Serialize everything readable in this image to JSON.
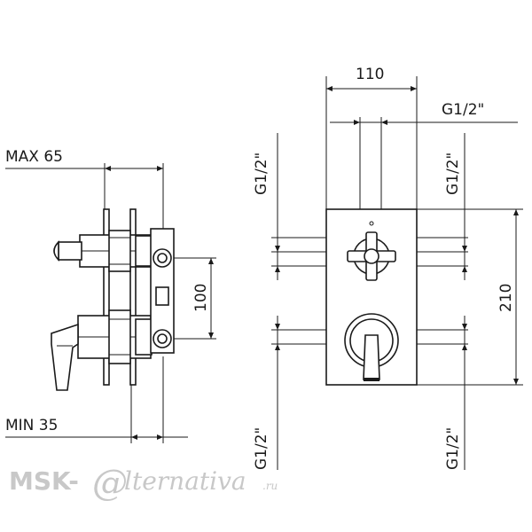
{
  "dimensions": {
    "max_depth": "MAX 65",
    "min_depth": "MIN 35",
    "center_distance": "100",
    "width": "110",
    "height": "210",
    "thread_top": "G1/2\"",
    "thread_left_upper": "G1/2\"",
    "thread_right_upper": "G1/2\"",
    "thread_left_lower": "G1/2\"",
    "thread_right_lower": "G1/2\""
  },
  "watermark": {
    "prefix": "MSK-",
    "at_sign": "@",
    "script": "lternativa",
    "suffix": ".ru"
  }
}
